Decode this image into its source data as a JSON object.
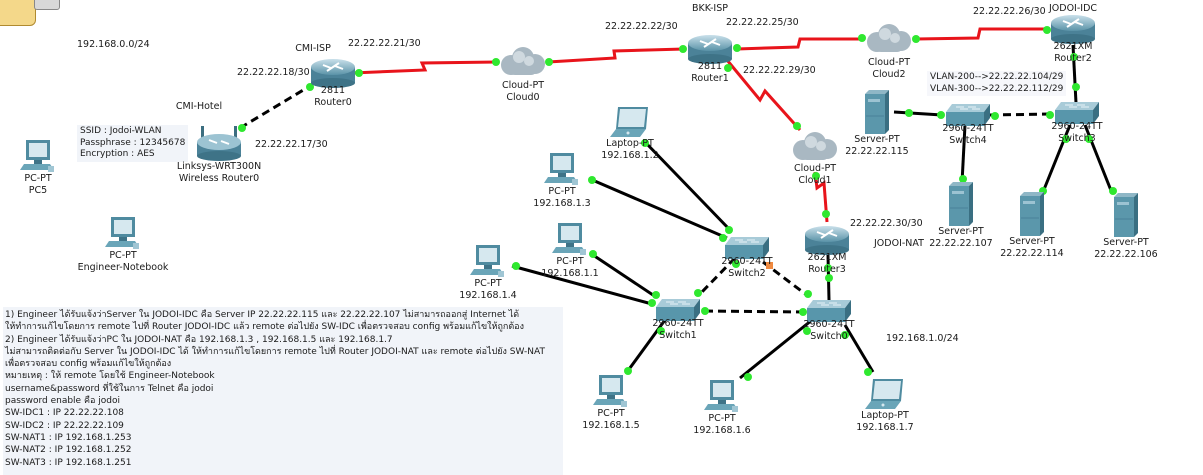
{
  "topology": {
    "network_labels": {
      "lan_cmi": "192.168.0.0/24",
      "lan_nat": "192.168.1.0/24"
    },
    "link_ip_labels": {
      "r0_wr0": "22.22.22.18/30",
      "wr0_r0": "22.22.22.17/30",
      "r0_cloud0": "22.22.22.21/30",
      "r1_cloud0": "22.22.22.22/30",
      "r1_cloud2": "22.22.22.25/30",
      "r2_cloud2": "22.22.22.26/30",
      "r1_cloud1": "22.22.22.29/30",
      "r3_cloud1": "22.22.22.30/30"
    },
    "vlan_note": [
      "VLAN-200-->22.22.22.104/29",
      "VLAN-300-->22.22.22.112/29"
    ],
    "wireless_note": [
      "SSID : Jodoi-WLAN",
      "Passphrase : 12345678",
      "Encryption : AES"
    ],
    "devices": {
      "router0": {
        "site": "CMI-ISP",
        "model": "2811",
        "name": "Router0"
      },
      "router1": {
        "site": "BKK-ISP",
        "model": "2811",
        "name": "Router1"
      },
      "router2": {
        "site": "JODOI-IDC",
        "model": "2621XM",
        "name": "Router2"
      },
      "router3": {
        "site": "JODOI-NAT",
        "model": "2621XM",
        "name": "Router3"
      },
      "wrouter0": {
        "site": "CMI-Hotel",
        "model": "Linksys-WRT300N",
        "name": "Wireless Router0"
      },
      "cloud0": {
        "model": "Cloud-PT",
        "name": "Cloud0"
      },
      "cloud1": {
        "model": "Cloud-PT",
        "name": "Cloud1"
      },
      "cloud2": {
        "model": "Cloud-PT",
        "name": "Cloud2"
      },
      "switch0": {
        "model": "2960-24TT",
        "name": "Switch0"
      },
      "switch1": {
        "model": "2960-24TT",
        "name": "Switch1"
      },
      "switch2": {
        "model": "2960-24TT",
        "name": "Switch2"
      },
      "switch3": {
        "model": "2960-24TT",
        "name": "Switch3"
      },
      "switch4": {
        "model": "2960-24TT",
        "name": "Switch4"
      },
      "server115": {
        "model": "Server-PT",
        "name": "22.22.22.115"
      },
      "server107": {
        "model": "Server-PT",
        "name": "22.22.22.107"
      },
      "server114": {
        "model": "Server-PT",
        "name": "22.22.22.114"
      },
      "server106": {
        "model": "Server-PT",
        "name": "22.22.22.106"
      },
      "pc5": {
        "model": "PC-PT",
        "name": "PC5"
      },
      "engineer": {
        "model": "PC-PT",
        "name": "Engineer-Notebook"
      },
      "laptop2": {
        "model": "Laptop-PT",
        "name": "192.168.1.2"
      },
      "pc3": {
        "model": "PC-PT",
        "name": "192.168.1.3"
      },
      "pc1": {
        "model": "PC-PT",
        "name": "192.168.1.1"
      },
      "pc4": {
        "model": "PC-PT",
        "name": "192.168.1.4"
      },
      "pc5b": {
        "model": "PC-PT",
        "name": "192.168.1.5"
      },
      "pc6": {
        "model": "PC-PT",
        "name": "192.168.1.6"
      },
      "laptop7": {
        "model": "Laptop-PT",
        "name": "192.168.1.7"
      }
    }
  },
  "task_note": [
    "1) Engineer  ได้รับแจ้งว่าServer ใน JODOI-IDC  คือ Server  IP 22.22.22.115 และ 22.22.22.107  ไม่สามารถออกสู่ Internet ได้",
    "ให้ทำการแก้ไขโดยการ remote ไปที่  Router JODOI-IDC  แล้ว remote ต่อไปยัง SW-IDC  เพื่อตรวจสอบ config  พร้อมแก้ไขให้ถูกต้อง",
    "2) Engineer  ได้รับแจ้งว่าPC  ใน JODOI-NAT คือ 192.168.1.3  , 192.168.1.5 และ 192.168.1.7",
    "ไม่สามารถติดต่อกับ Server ใน JODOI-IDC  ได้ ให้ทำการแก้ไขโดยการ remote ไปที่ Router JODOI-NAT และ remote ต่อไปยัง SW-NAT",
    "เพื่อตรวจสอบ config  พร้อมแก้ไขให้ถูกต้อง",
    "หมายเหตุ :  ให้ remote โดยใช้ Engineer-Notebook",
    "username&password ที่ใช้ในการ Telnet คือ jodoi",
    "password enable คือ jodoi",
    "SW-IDC1 : IP  22.22.22.108",
    "SW-IDC2 : IP  22.22.22.109",
    "SW-NAT1 : IP  192.168.1.253",
    "SW-NAT2 : IP  192.168.1.252",
    "SW-NAT3 : IP  192.168.1.251"
  ],
  "colors": {
    "serial_link": "#e8141b",
    "ethernet_link": "#000000",
    "port_up": "#2fe82f",
    "port_down": "#f08a40",
    "note_bg": "#f1f4f9"
  }
}
